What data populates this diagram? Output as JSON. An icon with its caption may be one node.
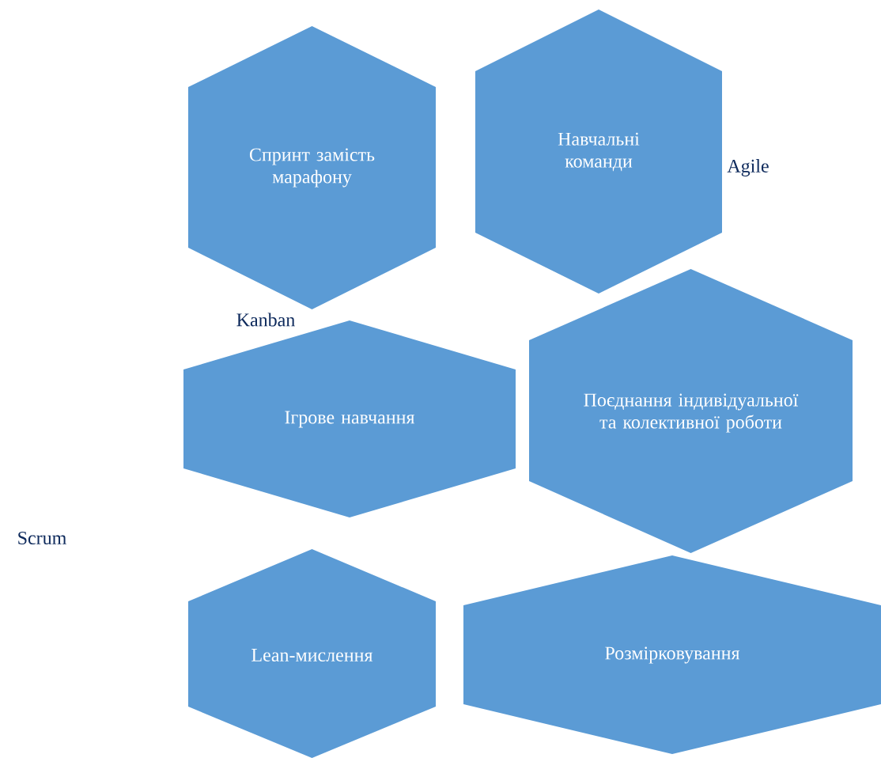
{
  "diagram": {
    "nodes": [
      {
        "text": [
          "Спринт замість марафону"
        ]
      },
      {
        "text": [
          "Навчальні команди"
        ]
      },
      {
        "text": [
          "Ігрове навчання"
        ]
      },
      {
        "text": [
          "Поєднання індивідуальної та колективної роботи"
        ]
      },
      {
        "text": [
          "Lean-мислення"
        ]
      },
      {
        "text": [
          "Розмірковування"
        ]
      }
    ],
    "labels": [
      "Agile",
      "Kanban",
      "Scrum"
    ]
  }
}
